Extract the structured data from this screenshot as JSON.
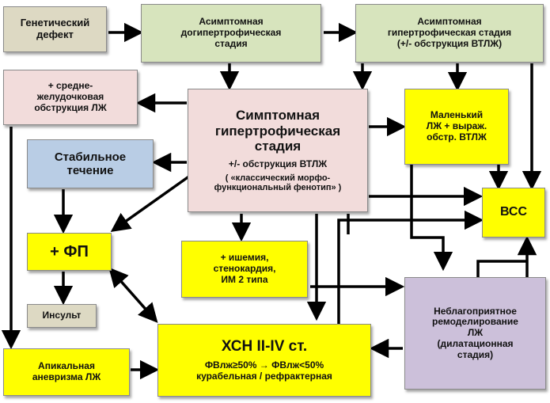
{
  "nodes": {
    "genetic_defect": [
      "Генетический",
      "дефект"
    ],
    "asym_prehypertrophic": [
      "Асимптомная",
      "догипертрофическая",
      "стадия"
    ],
    "asym_hypertrophic": [
      "Асимптомная",
      "гипертрофическая стадия",
      "(+/- обструкция ВТЛЖ)"
    ],
    "midventricular": [
      "+ средне-",
      "желудочковая",
      "обструкция ЛЖ"
    ],
    "symptomatic": {
      "title": [
        "Симптомная",
        "гипертрофическая",
        "стадия"
      ],
      "sub": [
        "+/- обструкция ВТЛЖ",
        "( «классический морфо-",
        "функциональный фенотип» )"
      ]
    },
    "small_lv": [
      "Маленький",
      "ЛЖ + выраж.",
      "обстр. ВТЛЖ"
    ],
    "stable": [
      "Стабильное",
      "течение"
    ],
    "scd": "ВСС",
    "af": "+ ФП",
    "ischemia": [
      "+ ишемия,",
      "стенокардия,",
      "ИМ 2 типа"
    ],
    "stroke": "Инсульт",
    "adverse_remodeling": [
      "Неблагоприятное",
      "ремоделирование",
      "ЛЖ",
      "(дилатационная",
      "стадия)"
    ],
    "chf": {
      "title": "ХСН II-IV ст.",
      "line2": "ФВлж≥50%  →  ФВлж<50%",
      "line3": "курабельная / рефрактерная"
    },
    "apical_aneurysm": [
      "Апикальная",
      "аневризма ЛЖ"
    ]
  },
  "colors": {
    "tan": "#ddd9c3",
    "green": "#d7e4bd",
    "pink": "#f2dcdb",
    "blue": "#b9cde5",
    "yellow": "#ffff00",
    "lilac": "#ccc0da",
    "arrow": "#000000"
  }
}
